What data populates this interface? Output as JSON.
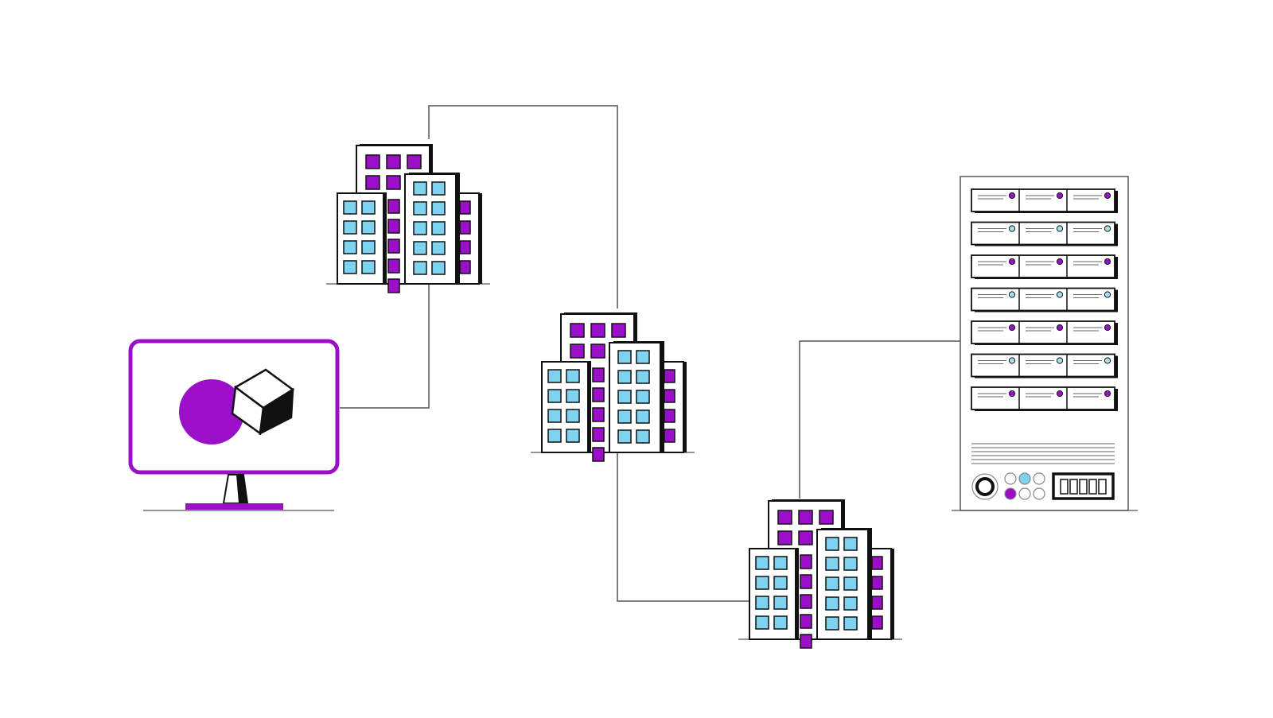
{
  "diagram": {
    "type": "network-topology",
    "nodes": [
      {
        "id": "monitor",
        "kind": "client-monitor",
        "icon": "monitor-icon",
        "screen_content": [
          "pie-circle-icon",
          "cube-icon"
        ]
      },
      {
        "id": "building-1",
        "kind": "building-cluster",
        "icon": "buildings-icon"
      },
      {
        "id": "building-2",
        "kind": "building-cluster",
        "icon": "buildings-icon"
      },
      {
        "id": "building-3",
        "kind": "building-cluster",
        "icon": "buildings-icon"
      },
      {
        "id": "server",
        "kind": "server-rack",
        "icon": "server-rack-icon",
        "drive_bays": 7,
        "bay_slots": 3
      }
    ],
    "edges": [
      {
        "from": "monitor",
        "to": "building-1"
      },
      {
        "from": "building-1",
        "to": "building-2"
      },
      {
        "from": "building-2",
        "to": "building-3"
      },
      {
        "from": "building-3",
        "to": "server"
      }
    ]
  },
  "colors": {
    "accent": "#9b0fc8",
    "window_blue": "#7dd3f0",
    "outline": "#111111",
    "connector": "#555555",
    "background": "#ffffff"
  }
}
